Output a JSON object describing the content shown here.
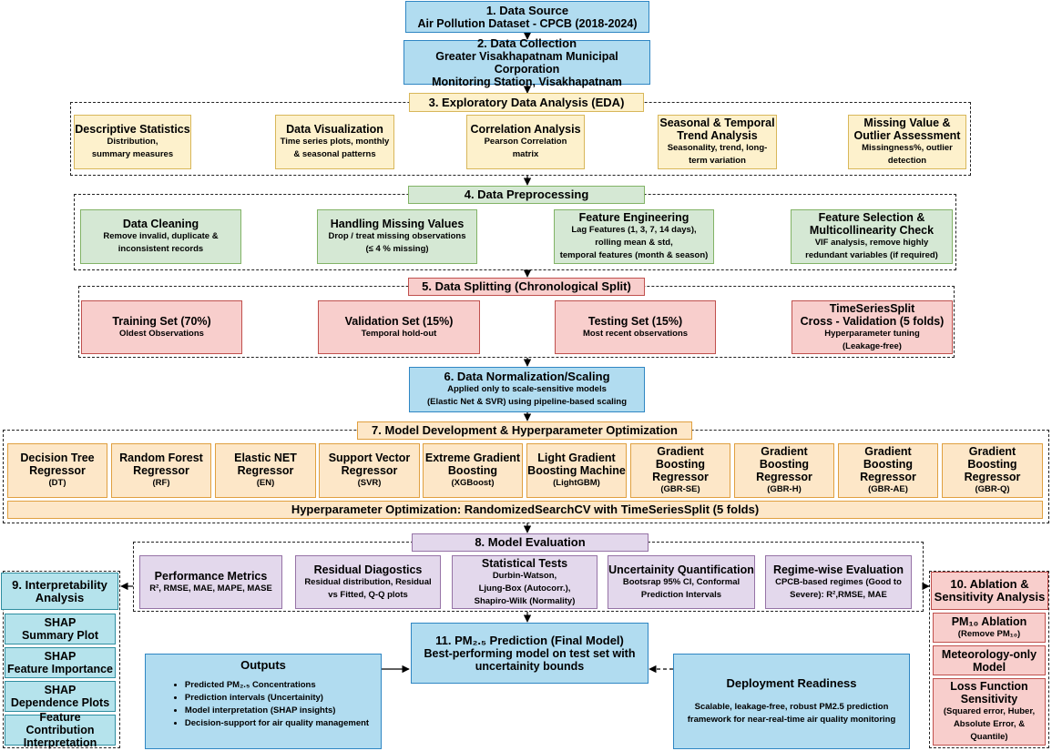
{
  "s1": {
    "title": "1. Data Source",
    "sub": "Air Pollution Dataset - CPCB (2018-2024)"
  },
  "s2": {
    "title": "2. Data Collection",
    "line1": "Greater Visakhapatnam Municipal Corporation",
    "line2": "Monitoring Station, Visakhapatnam"
  },
  "s3": {
    "title": "3. Exploratory Data Analysis (EDA)",
    "items": [
      {
        "t": "Descriptive Statistics",
        "d1": "Distribution,",
        "d2": "summary measures"
      },
      {
        "t": "Data Visualization",
        "d1": "Time series plots, monthly",
        "d2": "& seasonal patterns"
      },
      {
        "t": "Correlation Analysis",
        "d1": "Pearson Correlation",
        "d2": "matrix"
      },
      {
        "t1": "Seasonal & Temporal",
        "t2": "Trend Analysis",
        "d1": "Seasonality, trend, long-",
        "d2": "term variation"
      },
      {
        "t1": "Missing Value &",
        "t2": "Outlier Assessment",
        "d1": "Missingness%, outlier",
        "d2": "detection"
      }
    ]
  },
  "s4": {
    "title": "4. Data Preprocessing",
    "items": [
      {
        "t": "Data Cleaning",
        "d1": "Remove invalid, duplicate &",
        "d2": "inconsistent records"
      },
      {
        "t": "Handling Missing Values",
        "d1": "Drop / treat missing observations",
        "d2": "(≤ 4 % missing)"
      },
      {
        "t": "Feature Engineering",
        "d1": "Lag Features (1, 3, 7, 14 days),",
        "d2": "rolling mean & std,",
        "d3": "temporal features (month & season)"
      },
      {
        "t1": "Feature Selection &",
        "t2": "Multicollinearity Check",
        "d1": "VIF analysis, remove highly",
        "d2": "redundant variables (if required)"
      }
    ]
  },
  "s5": {
    "title": "5. Data Splitting (Chronological Split)",
    "items": [
      {
        "t": "Training Set (70%)",
        "d": "Oldest Observations"
      },
      {
        "t": "Validation Set (15%)",
        "d": "Temporal hold-out"
      },
      {
        "t": "Testing Set (15%)",
        "d": "Most recent observations"
      },
      {
        "t1": "TimeSeriesSplit",
        "t2": "Cross - Validation (5 folds)",
        "d1": "Hyperparameter tuning",
        "d2": "(Leakage-free)"
      }
    ]
  },
  "s6": {
    "title": "6. Data Normalization/Scaling",
    "d1": "Applied only to scale-sensitive models",
    "d2": "(Elastic Net & SVR) using pipeline-based scaling"
  },
  "s7": {
    "title": "7. Model Development & Hyperparameter Optimization",
    "models": [
      {
        "l1": "Decision Tree",
        "l2": "Regressor",
        "abbr": "(DT)"
      },
      {
        "l1": "Random Forest",
        "l2": "Regressor",
        "abbr": "(RF)"
      },
      {
        "l1": "Elastic NET",
        "l2": "Regressor",
        "abbr": "(EN)"
      },
      {
        "l1": "Support Vector",
        "l2": "Regressor",
        "abbr": "(SVR)"
      },
      {
        "l1": "Extreme Gradient",
        "l2": "Boosting",
        "abbr": "(XGBoost)"
      },
      {
        "l1": "Light Gradient",
        "l2": "Boosting Machine",
        "abbr": "(LightGBM)"
      },
      {
        "l1": "Gradient Boosting",
        "l2": "Regressor",
        "abbr": "(GBR-SE)"
      },
      {
        "l1": "Gradient Boosting",
        "l2": "Regressor",
        "abbr": "(GBR-H)"
      },
      {
        "l1": "Gradient Boosting",
        "l2": "Regressor",
        "abbr": "(GBR-AE)"
      },
      {
        "l1": "Gradient Boosting",
        "l2": "Regressor",
        "abbr": "(GBR-Q)"
      }
    ],
    "hpo": "Hyperparameter Optimization: RandomizedSearchCV with TimeSeriesSplit (5 folds)"
  },
  "s8": {
    "title": "8. Model Evaluation",
    "items": [
      {
        "t": "Performance Metrics",
        "d": "R², RMSE, MAE, MAPE, MASE"
      },
      {
        "t": "Residual Diagostics",
        "d1": "Residual distribution, Residual",
        "d2": "vs Fitted, Q-Q plots"
      },
      {
        "t": "Statistical Tests",
        "d1": "Durbin-Watson,",
        "d2": "Ljung-Box (Autocorr.),",
        "d3": "Shapiro-Wilk (Normality)"
      },
      {
        "t": "Uncertainity Quantification",
        "d1": "Bootsrap 95% CI, Conformal",
        "d2": "Prediction Intervals"
      },
      {
        "t": "Regime-wise Evaluation",
        "d1": "CPCB-based regimes (Good to",
        "d2": "Severe): R²,RMSE, MAE"
      }
    ]
  },
  "s9": {
    "title1": "9. Interpretability",
    "title2": "Analysis",
    "items": [
      {
        "l1": "SHAP",
        "l2": "Summary Plot"
      },
      {
        "l1": "SHAP",
        "l2": "Feature Importance"
      },
      {
        "l1": "SHAP",
        "l2": "Dependence Plots"
      },
      {
        "l1": "Feature Contribution",
        "l2": "Interpretation"
      }
    ]
  },
  "s10": {
    "title1": "10. Ablation &",
    "title2": "Sensitivity Analysis",
    "items": [
      {
        "t": "PM₁₀ Ablation",
        "d": "(Remove PM₁₀)"
      },
      {
        "t1": "Meteorology-only",
        "t2": "Model"
      },
      {
        "t1": "Loss Function",
        "t2": "Sensitivity",
        "d1": "(Squared error, Huber,",
        "d2": "Absolute Error, &",
        "d3": "Quantile)"
      }
    ]
  },
  "s11": {
    "title": "11. PM₂.₅ Prediction (Final Model)",
    "d1": "Best-performing model on test set with",
    "d2": "uncertainity bounds"
  },
  "outputs": {
    "title": "Outputs",
    "items": [
      "Predicted PM₂.₅ Concentrations",
      "Prediction intervals (Uncertainity)",
      "Model interpretation (SHAP insights)",
      "Decision-support for air quality management"
    ]
  },
  "deploy": {
    "title": "Deployment Readiness",
    "d1": "Scalable, leakage-free, robust PM2.5 prediction",
    "d2": "framework for near-real-time air quality monitoring"
  },
  "colors": {
    "blue": "#b1dcf0",
    "yellow": "#fdf1cc",
    "green": "#d5e8d4",
    "red": "#f8cecc",
    "orange": "#fde7c8",
    "purple": "#e3d8ec",
    "teal": "#b5e3ec"
  }
}
